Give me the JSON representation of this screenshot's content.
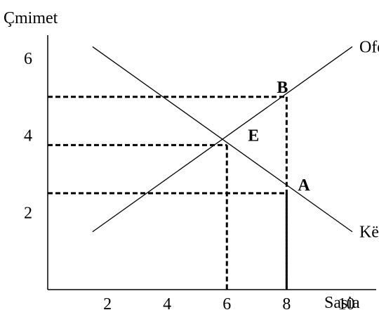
{
  "chart_data": {
    "type": "line",
    "xlabel": "Sasia",
    "ylabel": "Çmimet",
    "xlim": [
      0,
      11
    ],
    "ylim": [
      0,
      6.6
    ],
    "x_ticks": [
      2,
      4,
      6,
      8,
      10
    ],
    "y_ticks": [
      2,
      4,
      6
    ],
    "grid": false,
    "series": [
      {
        "name": "Oferta",
        "points": [
          [
            1.5,
            1.5
          ],
          [
            10.2,
            6.3
          ]
        ]
      },
      {
        "name": "Kërkesa",
        "points": [
          [
            1.5,
            6.3
          ],
          [
            10.2,
            1.5
          ]
        ]
      }
    ],
    "points": [
      {
        "label": "B",
        "x": 8,
        "y": 5.0
      },
      {
        "label": "E",
        "x": 6,
        "y": 3.75
      },
      {
        "label": "A",
        "x": 8,
        "y": 2.5
      }
    ]
  }
}
